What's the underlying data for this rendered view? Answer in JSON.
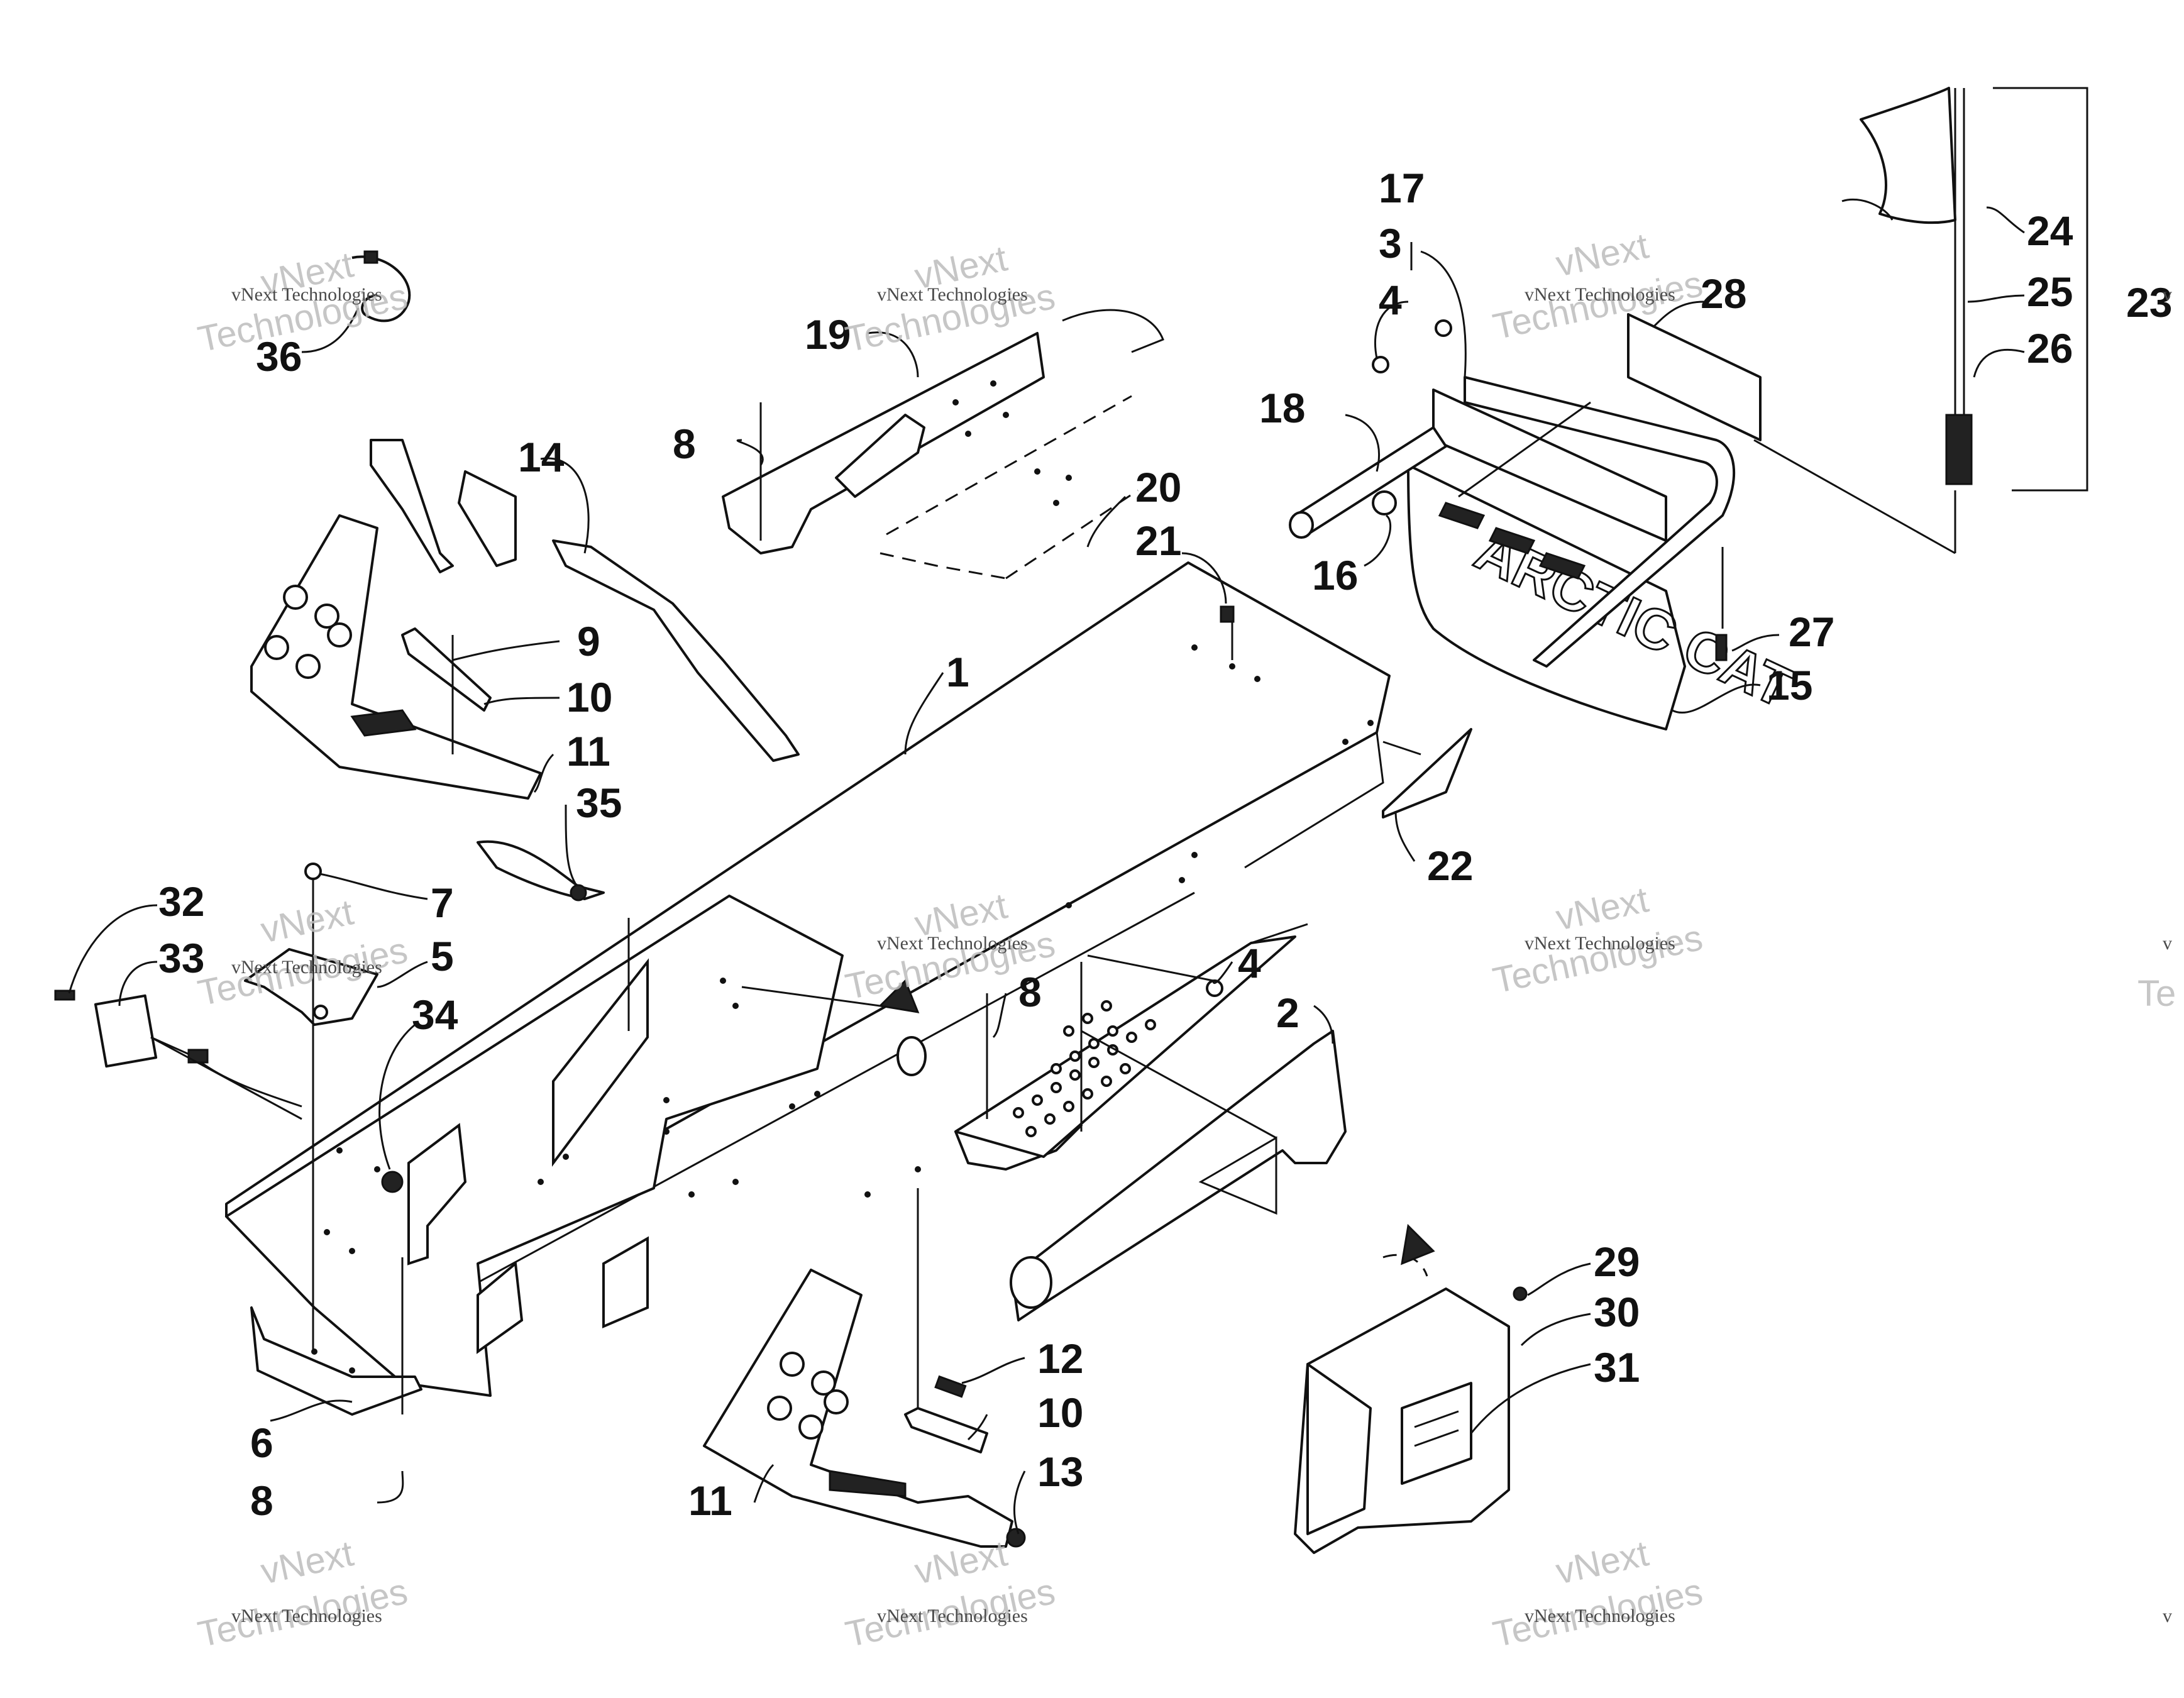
{
  "callouts": [
    {
      "id": "1",
      "label": "1"
    },
    {
      "id": "2",
      "label": "2"
    },
    {
      "id": "3",
      "label": "3"
    },
    {
      "id": "4a",
      "label": "4"
    },
    {
      "id": "4b",
      "label": "4"
    },
    {
      "id": "5",
      "label": "5"
    },
    {
      "id": "6",
      "label": "6"
    },
    {
      "id": "7",
      "label": "7"
    },
    {
      "id": "8a",
      "label": "8"
    },
    {
      "id": "8b",
      "label": "8"
    },
    {
      "id": "8c",
      "label": "8"
    },
    {
      "id": "9",
      "label": "9"
    },
    {
      "id": "10a",
      "label": "10"
    },
    {
      "id": "10b",
      "label": "10"
    },
    {
      "id": "11a",
      "label": "11"
    },
    {
      "id": "11b",
      "label": "11"
    },
    {
      "id": "12",
      "label": "12"
    },
    {
      "id": "13",
      "label": "13"
    },
    {
      "id": "14",
      "label": "14"
    },
    {
      "id": "15",
      "label": "15"
    },
    {
      "id": "16",
      "label": "16"
    },
    {
      "id": "17",
      "label": "17"
    },
    {
      "id": "18",
      "label": "18"
    },
    {
      "id": "19",
      "label": "19"
    },
    {
      "id": "20",
      "label": "20"
    },
    {
      "id": "21",
      "label": "21"
    },
    {
      "id": "22",
      "label": "22"
    },
    {
      "id": "23",
      "label": "23"
    },
    {
      "id": "24",
      "label": "24"
    },
    {
      "id": "25",
      "label": "25"
    },
    {
      "id": "26",
      "label": "26"
    },
    {
      "id": "27",
      "label": "27"
    },
    {
      "id": "28",
      "label": "28"
    },
    {
      "id": "29",
      "label": "29"
    },
    {
      "id": "30",
      "label": "30"
    },
    {
      "id": "31",
      "label": "31"
    },
    {
      "id": "32",
      "label": "32"
    },
    {
      "id": "33",
      "label": "33"
    },
    {
      "id": "34",
      "label": "34"
    },
    {
      "id": "35",
      "label": "35"
    },
    {
      "id": "36",
      "label": "36"
    }
  ],
  "watermark": {
    "brand_small": "vNext Technologies",
    "brand_large": "vNext",
    "brand_large_2": "Technologies",
    "edge_fragment": "v",
    "edge_fragment_2": "Te"
  },
  "decal_text": "ARCTIC CAT"
}
